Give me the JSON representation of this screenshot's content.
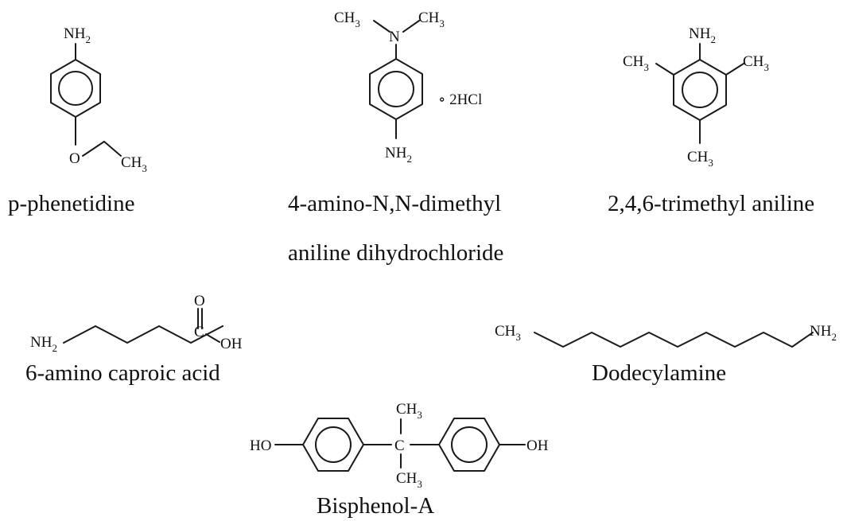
{
  "compounds": [
    {
      "id": "p-phenetidine",
      "caption_lines": [
        "p-phenetidine"
      ],
      "atoms": {
        "top": "NH",
        "top_sub": "2",
        "bottom_o": "O",
        "bottom_ch": "CH",
        "bottom_sub": "3"
      }
    },
    {
      "id": "dimethyl-aniline-dihydrochloride",
      "caption_lines": [
        "4-amino-N,N-dimethyl",
        "aniline dihydrochloride"
      ],
      "atoms": {
        "left_ch": "CH",
        "left_sub": "3",
        "n": "N",
        "right_ch": "CH",
        "right_sub": "3",
        "bottom": "NH",
        "bottom_sub": "2",
        "salt": "∘ 2HCl"
      }
    },
    {
      "id": "trimethyl-aniline",
      "caption_lines": [
        "2,4,6-trimethyl aniline"
      ],
      "atoms": {
        "top": "NH",
        "top_sub": "2",
        "left_ch": "CH",
        "left_sub": "3",
        "right_ch": "CH",
        "right_sub": "3",
        "bottom_ch": "CH",
        "bottom_sub": "3"
      }
    },
    {
      "id": "amino-caproic-acid",
      "caption_lines": [
        "6-amino caproic acid"
      ],
      "atoms": {
        "nh": "NH",
        "nh_sub": "2",
        "o": "O",
        "c": "C",
        "oh": "OH"
      }
    },
    {
      "id": "dodecylamine",
      "caption_lines": [
        "Dodecylamine"
      ],
      "atoms": {
        "ch": "CH",
        "ch_sub": "3",
        "nh": "NH",
        "nh_sub": "2"
      }
    },
    {
      "id": "bisphenol-a",
      "caption_lines": [
        "Bisphenol-A"
      ],
      "atoms": {
        "left_oh": "HO",
        "right_oh": "OH",
        "c": "C",
        "top_ch": "CH",
        "top_sub": "3",
        "bottom_ch": "CH",
        "bottom_sub": "3"
      }
    }
  ]
}
